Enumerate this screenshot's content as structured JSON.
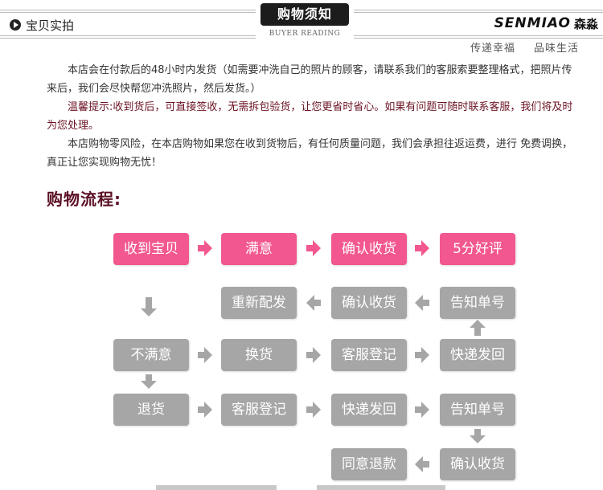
{
  "header": {
    "nav_label": "宝贝实拍",
    "title": "购物须知",
    "subtitle": "BUYER READING",
    "brand_en": "SENMIAO",
    "brand_cn": "森淼",
    "slogan_1": "传递幸福",
    "slogan_2": "品味生活"
  },
  "notice": {
    "p1": "本店会在付款后的48小时内发货（如需要冲洗自己的照片的顾客，请联系我们的客服索要整理格式，把照片传来后，我们会尽快帮您冲洗照片，然后发货。）",
    "p2": "温馨提示:收到货后，可直接签收，无需拆包验货，让您更省时省心。如果有问题可随时联系客服，我们将及时为您处理。",
    "p3": "本店购物零风险，在本店购物如果您在收到货物后，有任何质量问题，我们会承担往返运费，进行 免费调换，真正让您实现购物无忧！"
  },
  "flow": {
    "title": "购物流程:",
    "row1": [
      "收到宝贝",
      "满意",
      "确认收货",
      "5分好评"
    ],
    "row2": [
      "重新配发",
      "确认收货",
      "告知单号"
    ],
    "row3": [
      "不满意",
      "换货",
      "客服登记",
      "快递发回"
    ],
    "row4": [
      "退货",
      "客服登记",
      "快递发回",
      "告知单号"
    ],
    "row5": [
      "同意退款",
      "确认收货"
    ]
  },
  "colors": {
    "pink": "#f2578f",
    "gray": "#a6a6a6",
    "tip_text": "#6b1223",
    "title_text": "#5b1024"
  }
}
